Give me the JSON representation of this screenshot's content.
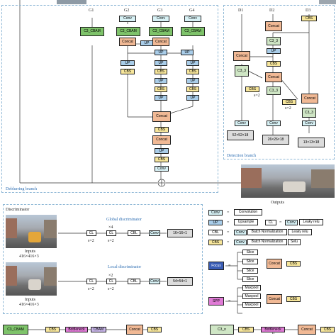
{
  "gen": {
    "g_labels": [
      "G1",
      "G2",
      "G3",
      "G4"
    ],
    "d_labels": [
      "D1",
      "D2",
      "D3"
    ],
    "c3_cbam": "C3_CBAM",
    "conv": "Conv",
    "concat": "Concat",
    "up": "UP",
    "cbs": "CBS",
    "c3_3": "C3_3",
    "s2": "s=2",
    "out1": "52×52×18",
    "out2": "26×26×18",
    "out3": "13×13×18",
    "deblurring": "Deblurring branch",
    "detection": "Detection branch",
    "outputs": "Outputs"
  },
  "disc": {
    "title": "Discriminator",
    "global": "Global discriminator",
    "local": "Local discriminator",
    "inputs": "Inputs",
    "size": "416×416×3",
    "cl": "CL",
    "cbl": "CBL",
    "conv": "Conv",
    "x4": "×4",
    "x2": "×2",
    "s2": "s=2",
    "g_out": "16×16×1",
    "l_out": "54×54×1"
  },
  "legend": {
    "conv": "Conv",
    "conv_desc": "Convolution",
    "up": "UP",
    "up_desc": "Upsample",
    "cl": "CL",
    "lrelu": "Leaky relu",
    "cbl": "CBL",
    "bn": "Batch Normalization",
    "cbs": "CBS",
    "selu": "Selu",
    "focus": "Focus",
    "slice": "Slice",
    "concat": "Concat",
    "spp": "SPP",
    "maxpool": "Maxpool",
    "eq": "="
  },
  "bottom": {
    "c3_cbam": "C3_CBAM",
    "c3_n": "C3_n",
    "cbs": "CBS",
    "bottleneck": "Bottleneck",
    "cbam": "CBAM",
    "concat": "Concat",
    "n": "n"
  },
  "colors": {
    "conv": "#d7f1f5",
    "up": "#a9cde9",
    "cbs": "#f7e69b",
    "cbam": "#7ec36a",
    "concat": "#f1b995",
    "focus": "#3a5db5",
    "spp": "#e07bd6",
    "bottleneck": "#e07bd6"
  }
}
